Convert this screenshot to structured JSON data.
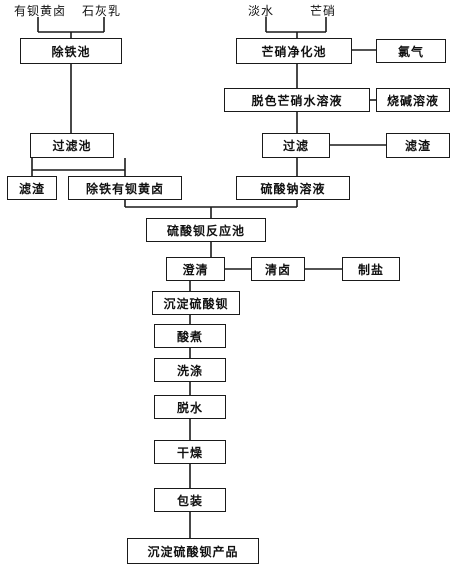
{
  "inputs": {
    "barium_brine": "有钡黄卤",
    "lime_milk": "石灰乳",
    "fresh_water": "淡水",
    "mirabilite": "芒硝"
  },
  "boxes": {
    "iron_removal_pool": "除铁池",
    "mirabilite_purify_pool": "芒硝净化池",
    "chlorine": "氯气",
    "decolor_solution": "脱色芒硝水溶液",
    "caustic_solution": "烧碱溶液",
    "filter_pool": "过滤池",
    "filter": "过滤",
    "residue_right": "滤渣",
    "residue_left": "滤渣",
    "iron_free_brine": "除铁有钡黄卤",
    "sodium_sulfate_solution": "硫酸钠溶液",
    "reaction_pool": "硫酸钡反应池",
    "clarify": "澄清",
    "clear_brine": "清卤",
    "salt_making": "制盐",
    "precipitated_baso4": "沉淀硫酸钡",
    "acid_boil": "酸煮",
    "wash": "洗涤",
    "dewater": "脱水",
    "dry": "干燥",
    "package": "包装",
    "product": "沉淀硫酸钡产品"
  }
}
